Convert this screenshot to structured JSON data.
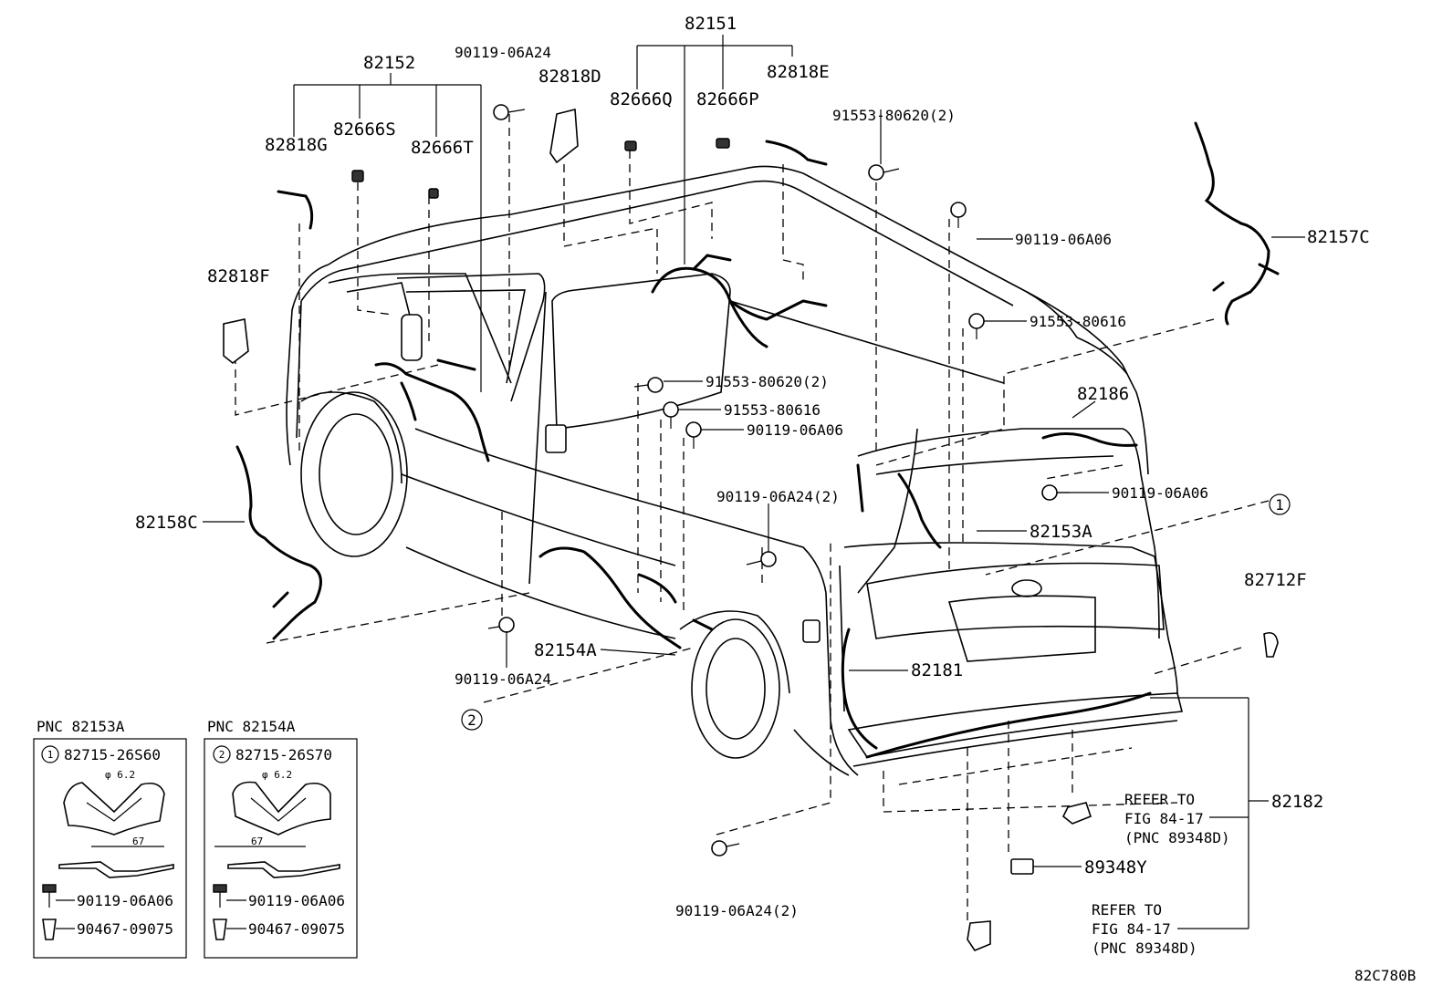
{
  "diagram_id": "82C780B",
  "callouts": {
    "p82151": "82151",
    "p82152": "82152",
    "p90119_06A24_top": "90119-06A24",
    "p82818D": "82818D",
    "p82666Q": "82666Q",
    "p82666P": "82666P",
    "p82818E": "82818E",
    "p82818G": "82818G",
    "p82666S": "82666S",
    "p82666T": "82666T",
    "p91553_80620_2_top": "91553-80620(2)",
    "p90119_06A06_a": "90119-06A06",
    "p82157C": "82157C",
    "p91553_80616_a": "91553-80616",
    "p82818F": "82818F",
    "p91553_80620_2_mid": "91553-80620(2)",
    "p82186": "82186",
    "p91553_80616_b": "91553-80616",
    "p90119_06A06_b": "90119-06A06",
    "p90119_06A06_c": "90119-06A06",
    "p90119_06A24_2_mid": "90119-06A24(2)",
    "p82153A": "82153A",
    "p82158C": "82158C",
    "p82712F": "82712F",
    "p82154A": "82154A",
    "p82181": "82181",
    "p90119_06A24_bottom": "90119-06A24",
    "p82182": "82182",
    "p89348Y": "89348Y",
    "p90119_06A24_2_bottom": "90119-06A24(2)"
  },
  "circle_refs": {
    "ref1": "1",
    "ref2": "2"
  },
  "refer_notes": {
    "upper": {
      "line1": "REFER TO",
      "line2": "FIG 84-17",
      "line3": "(PNC 89348D)"
    },
    "lower": {
      "line1": "REFER TO",
      "line2": "FIG 84-17",
      "line3": "(PNC 89348D)"
    }
  },
  "inset_left": {
    "header": "PNC 82153A",
    "ref": "1",
    "part_no": "82715-26S60",
    "diameter": "φ 6.2",
    "dimension": "67",
    "bolt": "90119-06A06",
    "clip": "90467-09075"
  },
  "inset_right": {
    "header": "PNC 82154A",
    "ref": "2",
    "part_no": "82715-26S70",
    "diameter": "φ 6.2",
    "dimension": "67",
    "bolt": "90119-06A06",
    "clip": "90467-09075"
  }
}
